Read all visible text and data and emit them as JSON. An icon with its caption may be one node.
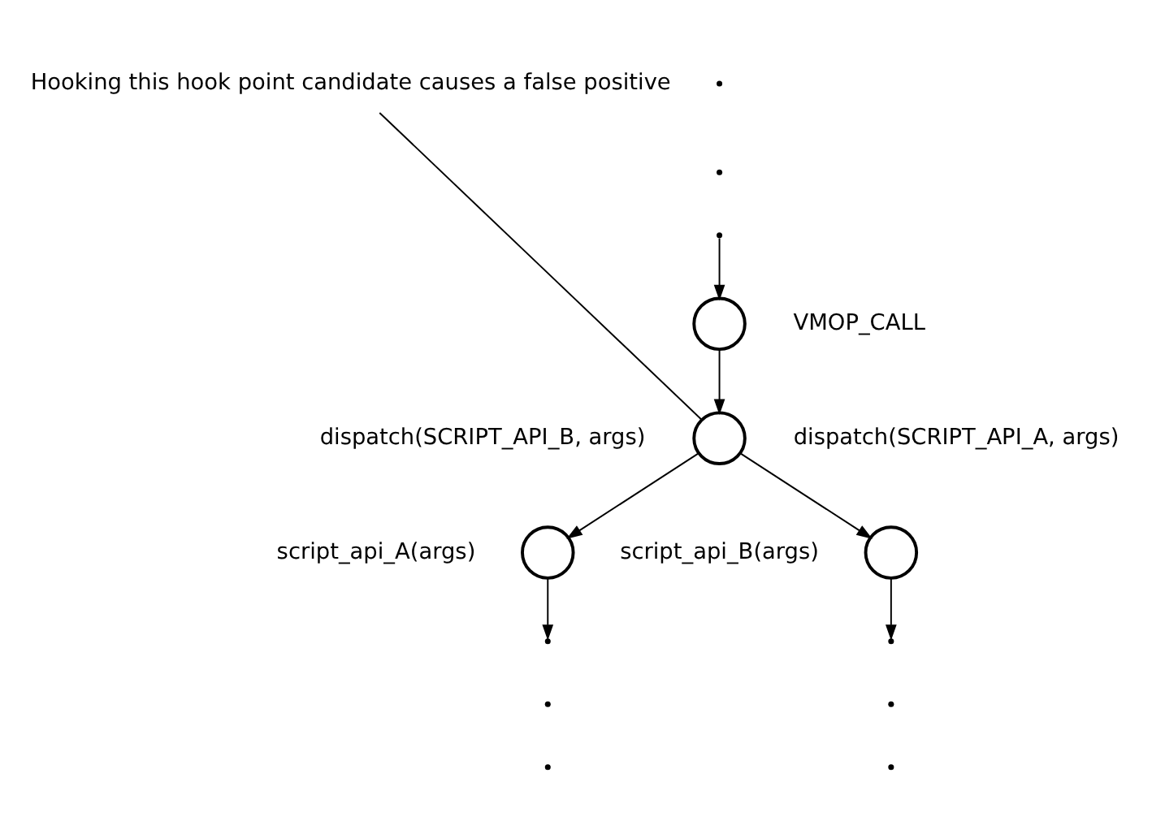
{
  "diagram": {
    "nodes": [
      {
        "text": [],
        "shape": "circle",
        "beside": [
          "VMOP_CALL"
        ]
      },
      {
        "text": [],
        "shape": "circle",
        "beside": [
          "dispatch(SCRIPT_API_B, args)",
          "dispatch(SCRIPT_API_A, args)"
        ]
      },
      {
        "text": [],
        "shape": "circle",
        "beside": [
          "script_api_A(args)"
        ]
      },
      {
        "text": [],
        "shape": "circle",
        "beside": [
          "script_api_B(args)"
        ]
      },
      {
        "text": [
          "Hooking this hook point candidate causes a false positive"
        ]
      }
    ],
    "edges": [
      {
        "from": null,
        "to": 0,
        "arrow": "to"
      },
      {
        "from": 0,
        "to": 1,
        "arrow": "to"
      },
      {
        "from": 1,
        "to": 2,
        "arrow": "to"
      },
      {
        "from": 1,
        "to": 3,
        "arrow": "to"
      },
      {
        "from": 2,
        "to": null,
        "arrow": "to"
      },
      {
        "from": 3,
        "to": null,
        "arrow": "to"
      },
      {
        "from": 4,
        "to": 1,
        "arrow": "none"
      }
    ]
  }
}
